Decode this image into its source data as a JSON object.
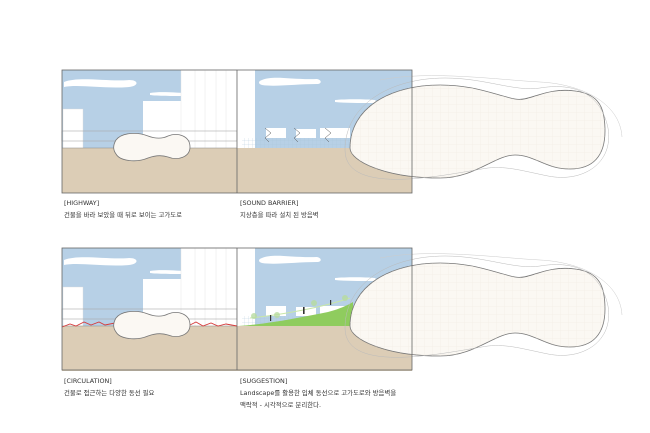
{
  "colors": {
    "sky": "#b7d0e6",
    "ground": "#dccdb6",
    "blob": "#fbf8f3",
    "outline": "#777777",
    "red": "#d63a3a",
    "green": "#8fcc5e"
  },
  "panels": [
    {
      "title": "[HIGHWAY]",
      "desc": "건물을 바라 보았을 때 뒤로 보이는 고가도로"
    },
    {
      "title": "[SOUND BARRIER]",
      "desc": "지상층을 따라 설치 된 방음벽"
    },
    {
      "title": "[CIRCULATION]",
      "desc": "건물로 접근하는 다양한 동선 필요"
    },
    {
      "title": "[SUGGESTION]",
      "desc": "Landscape를 활용한 입체 동선으로 고가도로와 방음벽을",
      "desc2": "맥락적 - 시각적으로 분리한다."
    }
  ]
}
